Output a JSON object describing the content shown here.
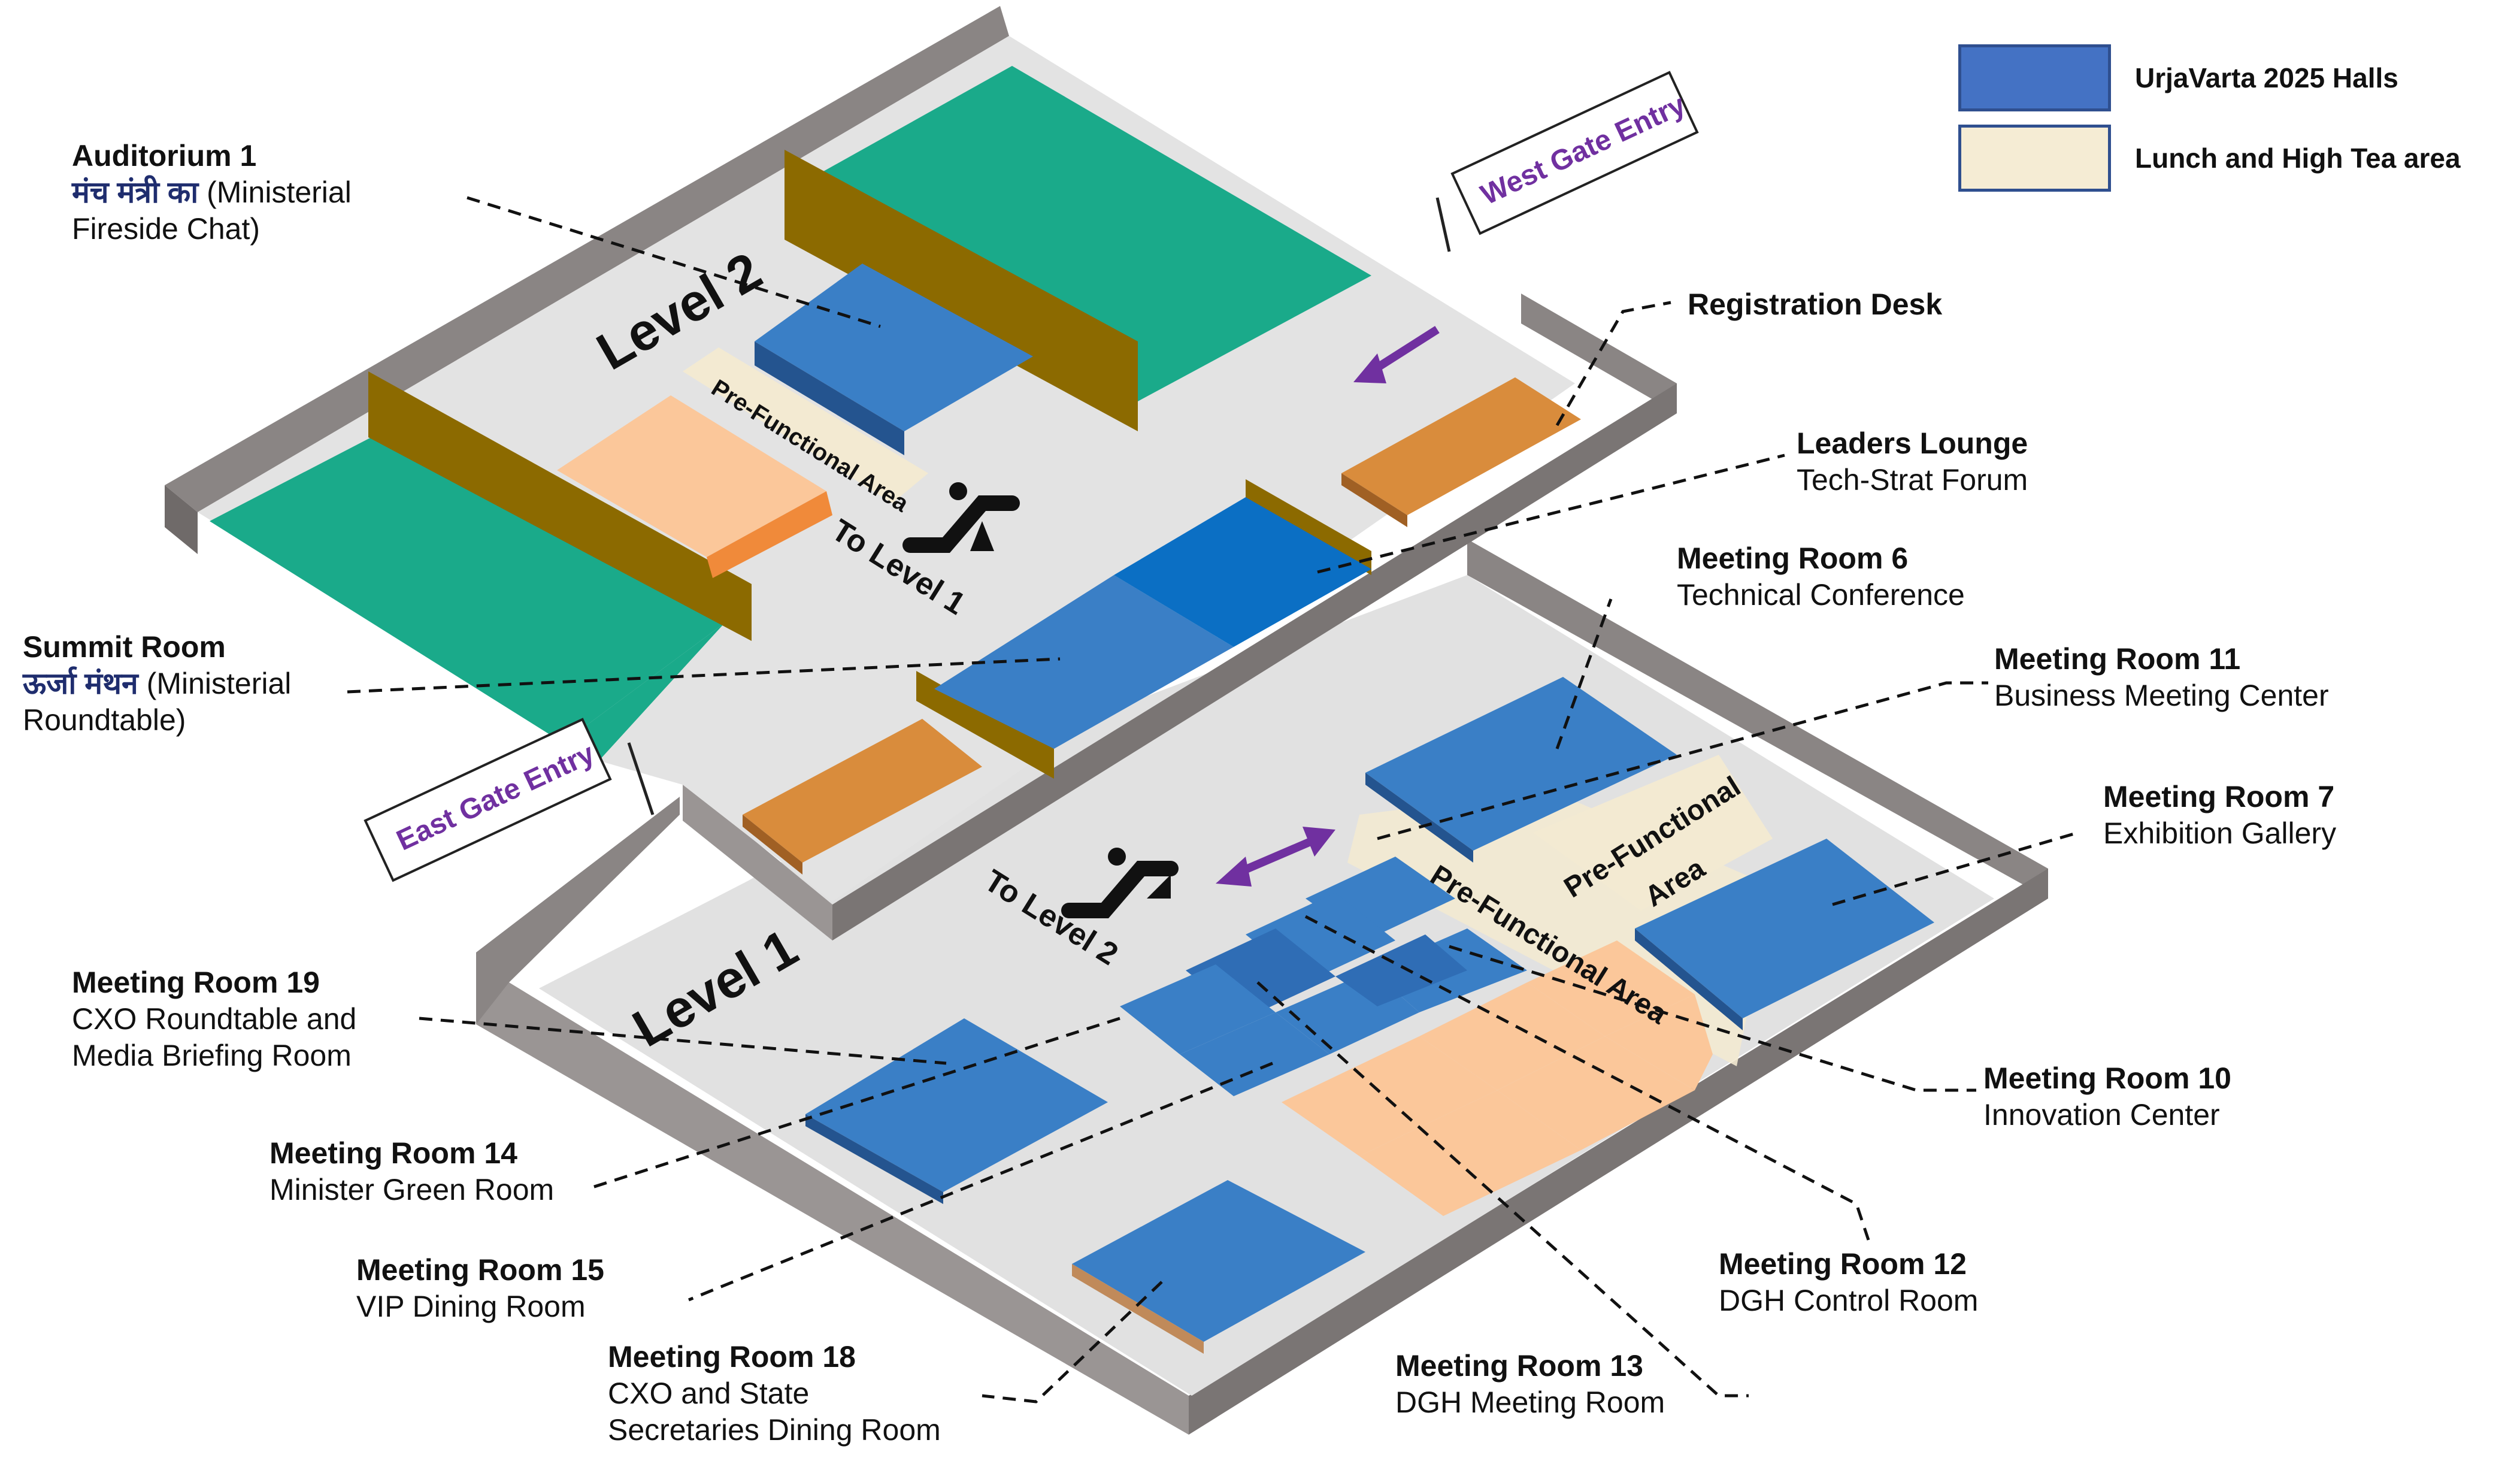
{
  "legend": {
    "halls_label": "UrjaVarta 2025 Halls",
    "halls_color": "#4472c4",
    "lunch_label": "Lunch and High Tea area",
    "lunch_color": "#f5ecd4"
  },
  "levels": {
    "level2": "Level 2",
    "level1": "Level 1"
  },
  "floor_text": {
    "to_level_1": "To Level 1",
    "to_level_2": "To Level 2",
    "prefunc_top": "Pre-Functional Area",
    "prefunc_bottom": "Pre-Functional Area",
    "prefunc_right_1": "Pre-Functional",
    "prefunc_right_2": "Area",
    "west_gate": "West Gate Entry",
    "east_gate": "East Gate Entry"
  },
  "rooms": {
    "auditorium1": {
      "name": "Auditorium 1",
      "hindi": "मंच मंत्री का",
      "line1": " (Ministerial",
      "line2": "Fireside Chat)"
    },
    "summit": {
      "name": "Summit Room",
      "hindi": "ऊर्जा मंथन",
      "line1": " (Ministerial",
      "line2": "Roundtable)"
    },
    "registration": {
      "name": "Registration Desk"
    },
    "leaders_lounge": {
      "name": "Leaders Lounge",
      "sub": "Tech-Strat Forum"
    },
    "mr6": {
      "name": "Meeting Room 6",
      "sub": "Technical Conference"
    },
    "mr11": {
      "name": "Meeting Room 11",
      "sub": "Business Meeting Center"
    },
    "mr7": {
      "name": "Meeting Room 7",
      "sub": "Exhibition Gallery"
    },
    "mr19": {
      "name": "Meeting Room 19",
      "sub1": "CXO Roundtable and",
      "sub2": "Media Briefing Room"
    },
    "mr14": {
      "name": "Meeting Room 14",
      "sub": "Minister Green Room"
    },
    "mr15": {
      "name": "Meeting Room 15",
      "sub": "VIP Dining Room"
    },
    "mr18": {
      "name": "Meeting Room 18",
      "sub1": "CXO and State",
      "sub2": "Secretaries Dining Room"
    },
    "mr10": {
      "name": "Meeting Room 10",
      "sub": "Innovation Center"
    },
    "mr12": {
      "name": "Meeting Room 12",
      "sub": "DGH Control Room"
    },
    "mr13": {
      "name": "Meeting Room 13",
      "sub": "DGH Meeting Room"
    }
  },
  "colors": {
    "wall": "#8a8584",
    "floor": "#e2e2e2",
    "teal": "#1aaa8a",
    "hall_blue": "#3a7fc6",
    "lunch_peach": "#fbc79a",
    "desk_orange": "#d98c3c",
    "divider": "#8c6a00",
    "arrow_purple": "#7030a0"
  }
}
